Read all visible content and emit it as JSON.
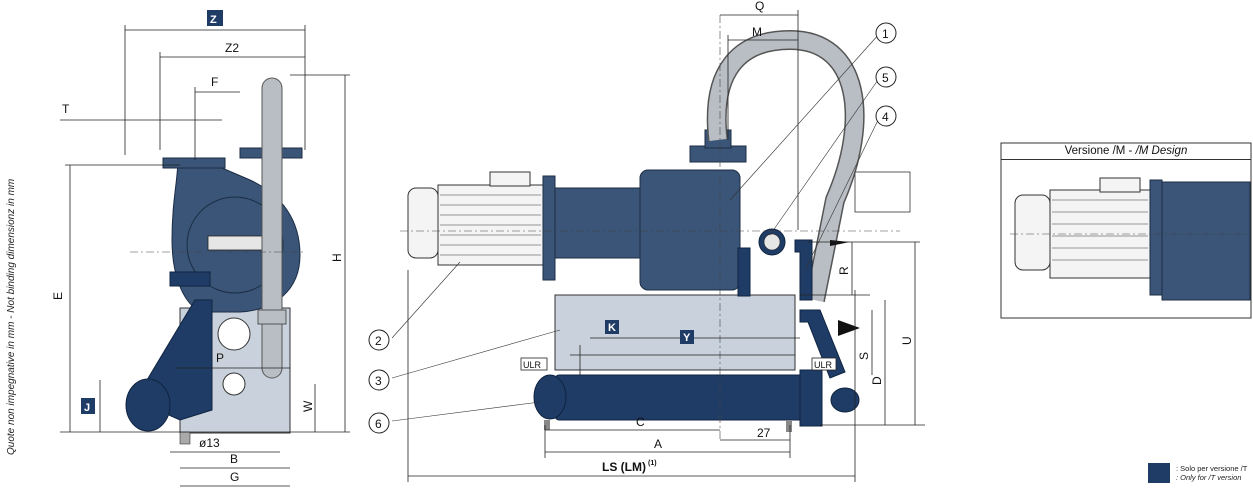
{
  "side_note": "Quote non impegnative in mm - Not binding dimensionz in mm",
  "left_view": {
    "dims": {
      "Z": "Z",
      "Z2": "Z2",
      "F": "F",
      "T": "T",
      "E": "E",
      "H": "H",
      "J": "J",
      "P": "P",
      "W": "W",
      "o13": "ø13",
      "B": "B",
      "G": "G"
    }
  },
  "front_view": {
    "dims": {
      "Q": "Q",
      "M": "M",
      "R": "R",
      "S": "S",
      "U": "U",
      "D": "D",
      "C": "C",
      "A": "A",
      "v27": "27",
      "LS": "LS (LM)",
      "LS_sup": "(1)",
      "K": "K",
      "Y": "Y",
      "ULR1": "ULR",
      "ULR2": "ULR"
    },
    "callouts": [
      "1",
      "5",
      "4",
      "2",
      "3",
      "6"
    ]
  },
  "inset": {
    "title_normal": "Versione /M - ",
    "title_italic": "/M Design"
  },
  "legend": {
    "line1": ": Solo per versione /T",
    "line2": ": Only for /T version"
  },
  "colors": {
    "accent_blue": "#1f3c66",
    "pump_blue": "#3a5578",
    "tank_grey": "#c9d2dc"
  }
}
